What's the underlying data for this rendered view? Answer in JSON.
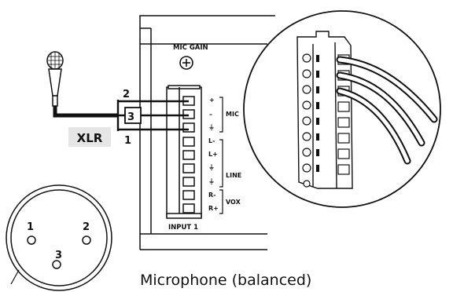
{
  "labels": {
    "mic_gain": "MIC GAIN",
    "xlr_badge": "XLR",
    "input": "INPUT 1",
    "caption": "Microphone (balanced)",
    "wire_pin_2": "2",
    "wire_pin_3": "3",
    "wire_pin_1": "1",
    "xlr_pin_1": "1",
    "xlr_pin_2": "2",
    "xlr_pin_3": "3",
    "group_mic": "MIC",
    "group_line": "LINE",
    "group_vox": "VOX"
  },
  "terminals": [
    "+",
    "–",
    "⏚",
    "L-",
    "L+",
    "⏚",
    "⏚",
    "R-",
    "R+"
  ],
  "colors": {
    "ink": "#111111",
    "panel_bg": "#ffffff",
    "xlr_badge_bg": "#e6e6e6"
  }
}
